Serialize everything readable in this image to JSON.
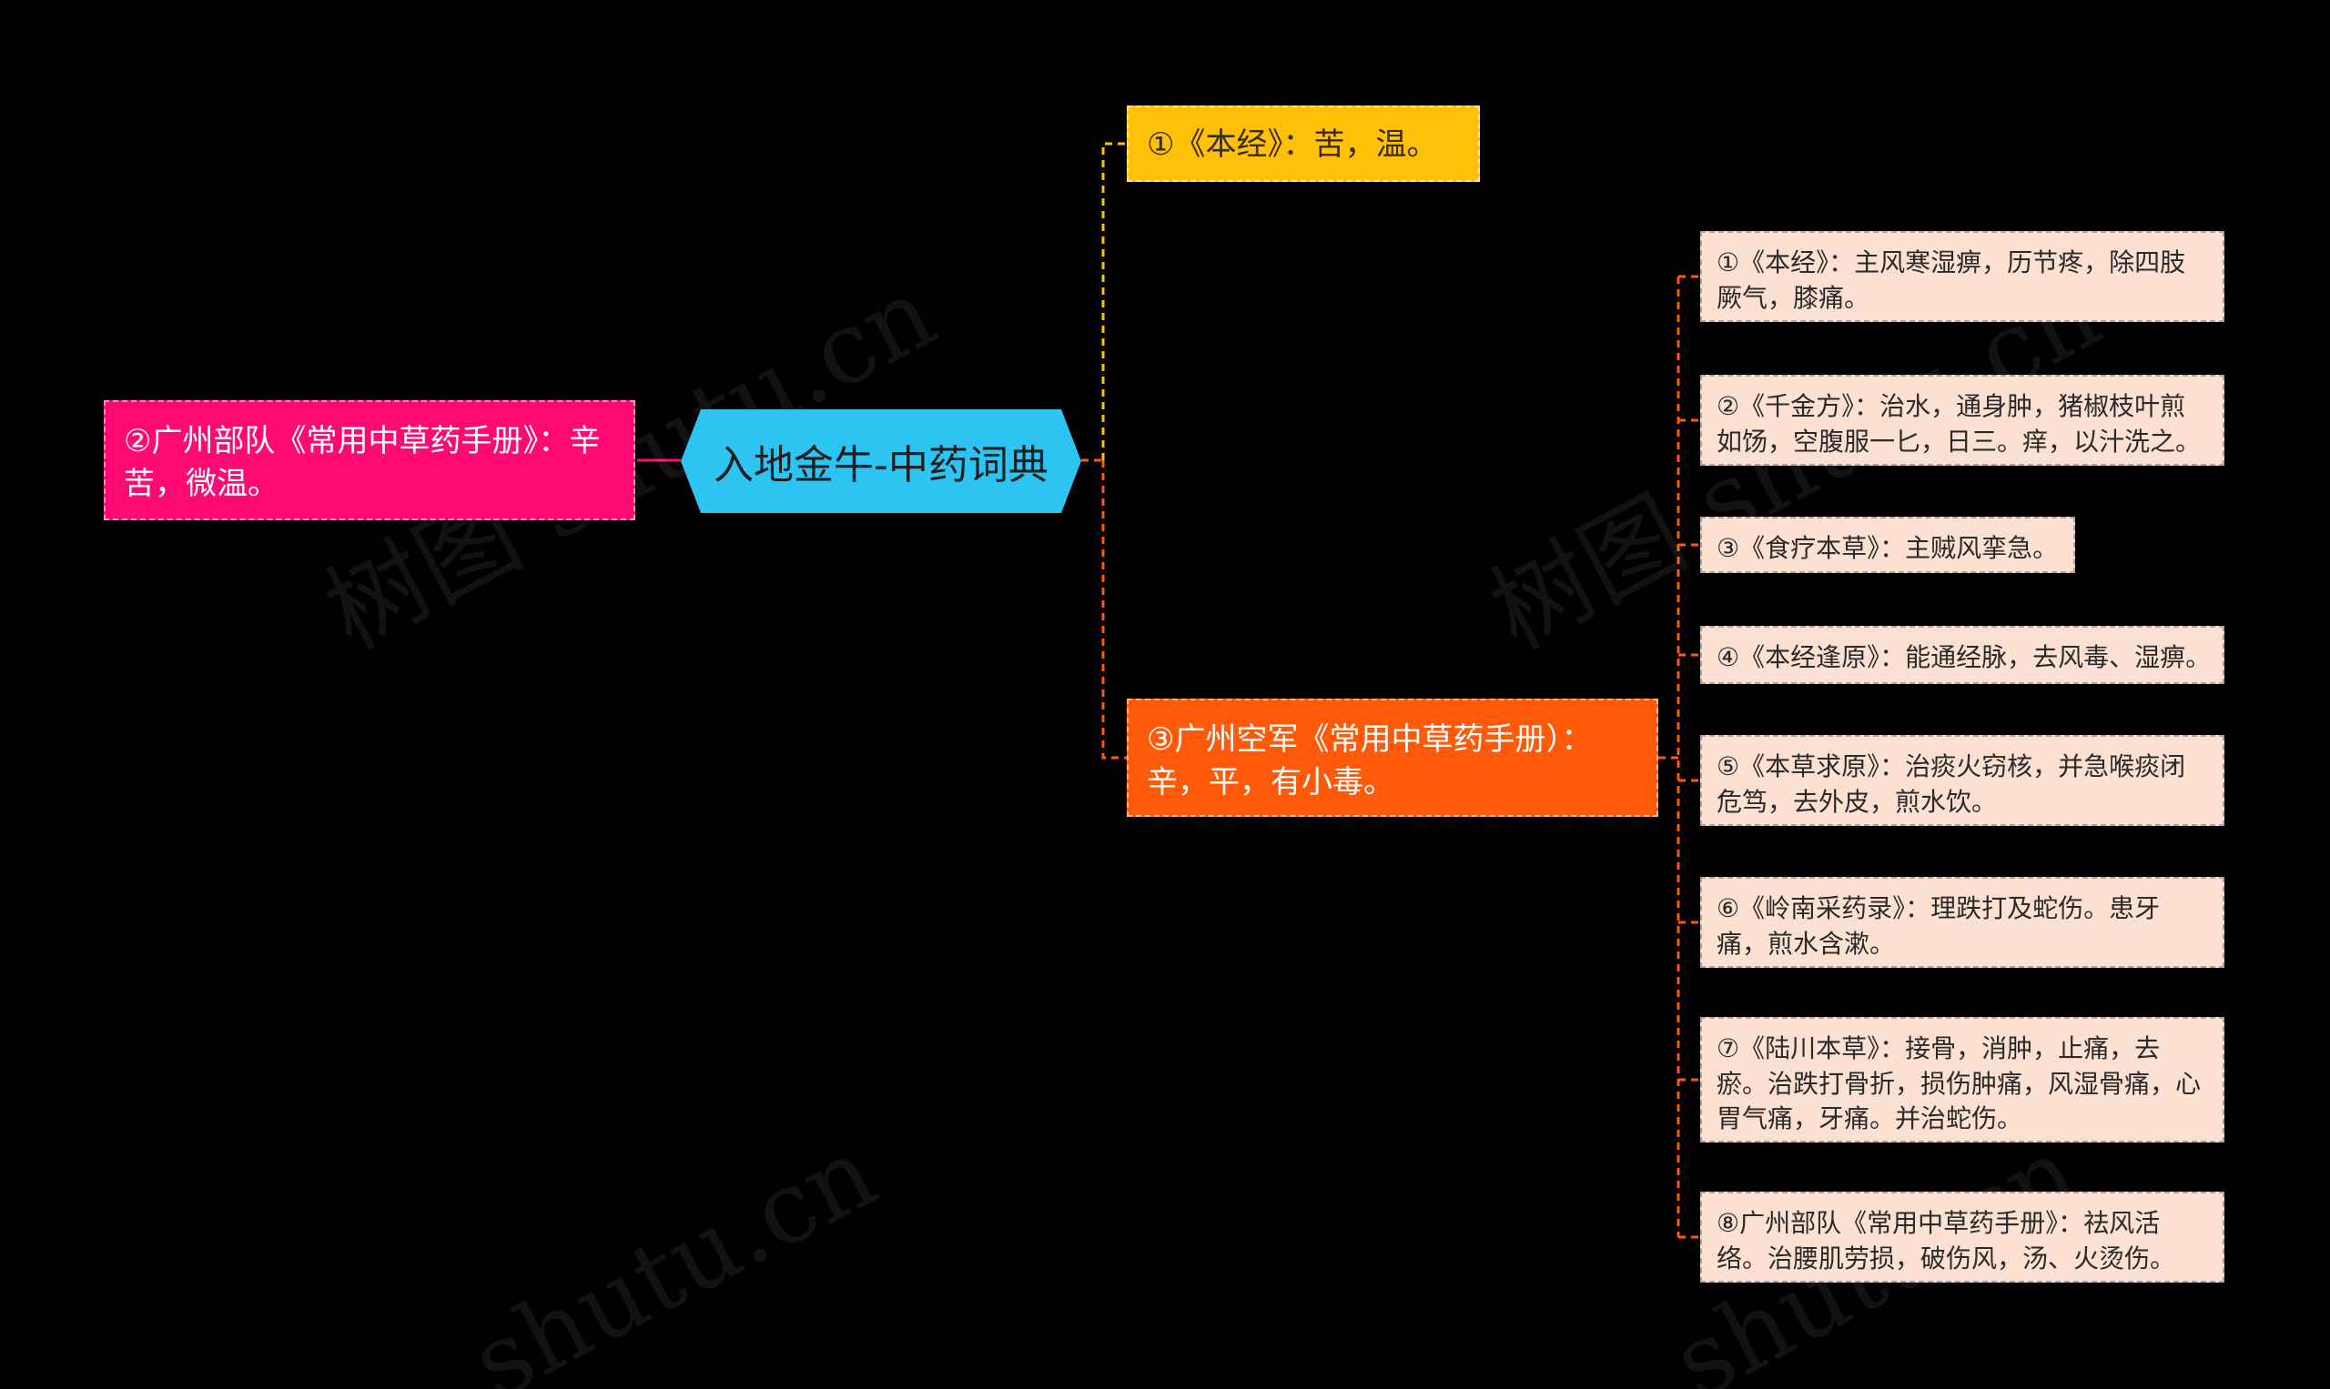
{
  "root": {
    "label": "入地金牛-中药词典"
  },
  "branches": [
    {
      "id": "b1",
      "label": "①《本经》：苦，温。",
      "color": "#FFC107"
    },
    {
      "id": "b2",
      "label": "②广州部队《常用中草药手册》：辛苦，微温。",
      "color": "#FF0A73"
    },
    {
      "id": "b3",
      "label": "③广州空军《常用中草药手册）：辛，平，有小毒。",
      "color": "#FF5A0A"
    }
  ],
  "sub_items": [
    "①《本经》：主风寒湿痹，历节疼，除四肢厥气，膝痛。",
    "②《千金方》：治水，通身肿，猪椒枝叶煎如饧，空腹服一匕，日三。痒，以汁洗之。",
    "③《食疗本草》：主贼风挛急。",
    "④《本经逢原》：能通经脉，去风毒、湿痹。",
    "⑤《本草求原》：治痰火窃核，并急喉痰闭危笃，去外皮，煎水饮。",
    "⑥《岭南采药录》：理跌打及蛇伤。患牙痛，煎水含漱。",
    "⑦《陆川本草》：接骨，消肿，止痛，去瘀。治跌打骨折，损伤肿痛，风湿骨痛，心胃气痛，牙痛。并治蛇伤。",
    "⑧广州部队《常用中草药手册》：祛风活络。治腰肌劳损，破伤风，汤、火烫伤。"
  ],
  "colors": {
    "background": "#000000",
    "root_fill": "#2EC4F2",
    "sub_fill": "#FCE0D2",
    "link_left": "#FF0A73",
    "link_top": "#FFC107",
    "link_bottom": "#FF5A0A"
  },
  "watermark": "树图 shutu.cn"
}
